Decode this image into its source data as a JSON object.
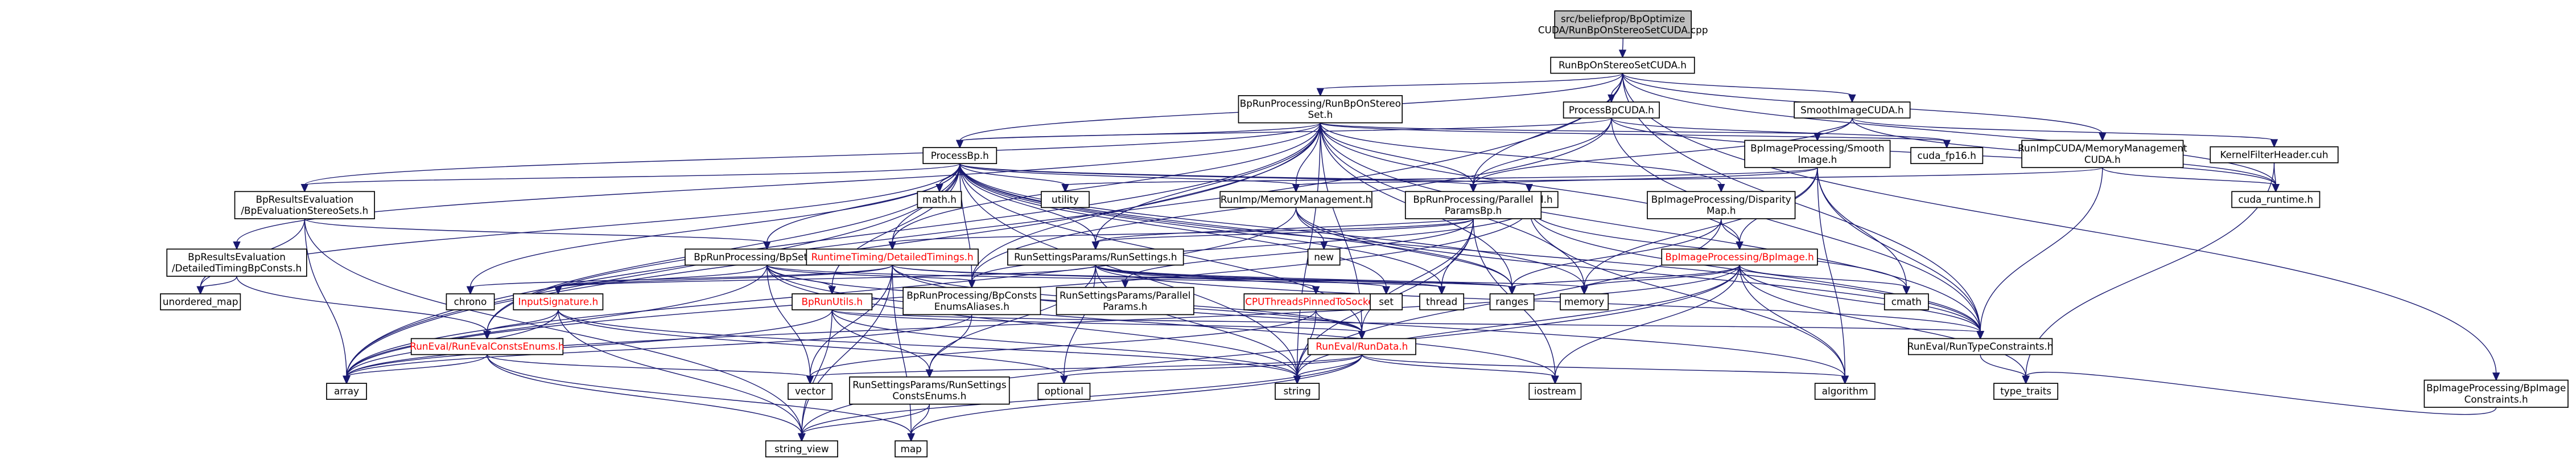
{
  "colors": {
    "root_fill": "#bfbfbf",
    "node_fill": "#ffffff",
    "node_border": "#000000",
    "text_normal": "#000000",
    "text_red": "#ff0000",
    "edge": "#191970"
  },
  "nodes": {
    "root": {
      "lines": [
        "src/beliefprop/BpOptimize",
        "CUDA/RunBpOnStereoSetCUDA.cpp"
      ]
    },
    "rbsCUDAh": {
      "lines": [
        "RunBpOnStereoSetCUDA.h"
      ]
    },
    "bpRunStereo": {
      "lines": [
        "BpRunProcessing/RunBpOnStereo",
        "Set.h"
      ]
    },
    "procBpCUDA": {
      "lines": [
        "ProcessBpCUDA.h"
      ]
    },
    "smoothCUDA": {
      "lines": [
        "SmoothImageCUDA.h"
      ]
    },
    "runImpMemCUDA": {
      "lines": [
        "RunImpCUDA/MemoryManagement",
        "CUDA.h"
      ]
    },
    "bpImgConstraints": {
      "lines": [
        "BpImageProcessing/BpImage",
        "Constraints.h"
      ]
    },
    "kernelFilter": {
      "lines": [
        "KernelFilterHeader.cuh"
      ]
    },
    "cudaRuntime": {
      "lines": [
        "cuda_runtime.h"
      ]
    },
    "cudaFp16": {
      "lines": [
        "cuda_fp16.h"
      ]
    },
    "processBp": {
      "lines": [
        "ProcessBp.h"
      ]
    },
    "bpImgSmooth": {
      "lines": [
        "BpImageProcessing/Smooth",
        "Image.h"
      ]
    },
    "bpDisparity": {
      "lines": [
        "BpImageProcessing/Disparity",
        "Map.h"
      ]
    },
    "bpLevel": {
      "lines": [
        "BpLevel.h"
      ]
    },
    "parallelParams": {
      "lines": [
        "BpRunProcessing/Parallel",
        "ParamsBp.h"
      ]
    },
    "runImpMem": {
      "lines": [
        "RunImp/MemoryManagement.h"
      ]
    },
    "resultsStereo": {
      "lines": [
        "BpResultsEvaluation",
        "/BpEvaluationStereoSets.h"
      ]
    },
    "resultsTiming": {
      "lines": [
        "BpResultsEvaluation",
        "/DetailedTimingBpConsts.h"
      ]
    },
    "bpSettings": {
      "lines": [
        "BpRunProcessing/BpSettings.h"
      ]
    },
    "runtimeTiming": {
      "lines": [
        "RuntimeTiming/DetailedTimings.h"
      ]
    },
    "runSettingsH": {
      "lines": [
        "RunSettingsParams/RunSettings.h"
      ]
    },
    "bpImage": {
      "lines": [
        "BpImageProcessing/BpImage.h"
      ]
    },
    "mathH": {
      "lines": [
        "math.h"
      ]
    },
    "utility": {
      "lines": [
        "utility"
      ]
    },
    "newH": {
      "lines": [
        "new"
      ]
    },
    "unorderedMap": {
      "lines": [
        "unordered_map"
      ]
    },
    "chrono": {
      "lines": [
        "chrono"
      ]
    },
    "inputSignature": {
      "lines": [
        "InputSignature.h"
      ]
    },
    "bpRunUtils": {
      "lines": [
        "BpRunUtils.h"
      ]
    },
    "bpConsts": {
      "lines": [
        "BpRunProcessing/BpConsts",
        "EnumsAliases.h"
      ]
    },
    "runSettingsParallel": {
      "lines": [
        "RunSettingsParams/Parallel",
        "Params.h"
      ]
    },
    "cpuThreads": {
      "lines": [
        "CPUThreadsPinnedToSocket.h"
      ]
    },
    "setH": {
      "lines": [
        "set"
      ]
    },
    "thread": {
      "lines": [
        "thread"
      ]
    },
    "ranges": {
      "lines": [
        "ranges"
      ]
    },
    "memory": {
      "lines": [
        "memory"
      ]
    },
    "cmath": {
      "lines": [
        "cmath"
      ]
    },
    "runEvalConsts": {
      "lines": [
        "RunEval/RunEvalConstsEnums.h"
      ]
    },
    "runEvalData": {
      "lines": [
        "RunEval/RunData.h"
      ]
    },
    "runEvalTypes": {
      "lines": [
        "RunEval/RunTypeConstraints.h"
      ]
    },
    "runSettingsConsts": {
      "lines": [
        "RunSettingsParams/RunSettings",
        "ConstsEnums.h"
      ]
    },
    "array": {
      "lines": [
        "array"
      ]
    },
    "vector": {
      "lines": [
        "vector"
      ]
    },
    "optional": {
      "lines": [
        "optional"
      ]
    },
    "string": {
      "lines": [
        "string"
      ]
    },
    "iostream": {
      "lines": [
        "iostream"
      ]
    },
    "algorithm": {
      "lines": [
        "algorithm"
      ]
    },
    "typeTraits": {
      "lines": [
        "type_traits"
      ]
    },
    "map": {
      "lines": [
        "map"
      ]
    },
    "stringView": {
      "lines": [
        "string_view"
      ]
    }
  }
}
